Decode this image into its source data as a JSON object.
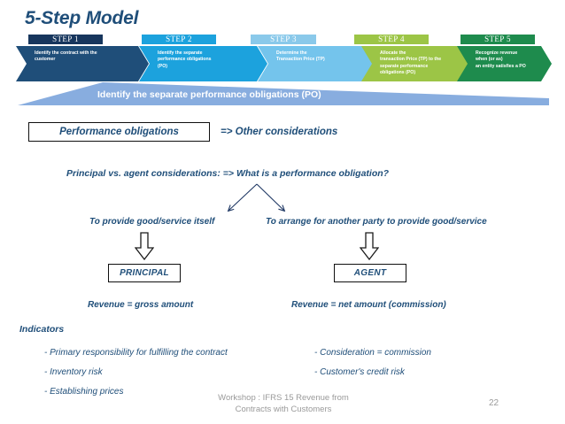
{
  "slide": {
    "title": "5-Step Model",
    "page_number": "22",
    "footer_line1": "Workshop : IFRS 15 Revenue from",
    "footer_line2": "Contracts with Customers"
  },
  "colors": {
    "title_blue": "#1F4E79",
    "body_blue": "#1F4E79",
    "step1": "#1F4E79",
    "step1_head": "#17365D",
    "step2": "#1CA2DD",
    "step3": "#74C4EC",
    "step3_head": "#8AC9EA",
    "step4": "#9CC546",
    "step5": "#1E8B4D",
    "wedge": "#7EA6DC",
    "footer_grey": "#9a9a9a"
  },
  "steps": [
    {
      "head": "STEP 1",
      "lines": [
        "Identify the contract  with the",
        "customer"
      ]
    },
    {
      "head": "STEP 2",
      "lines": [
        "Identify  the  separate",
        "performance  obligations",
        "(PO)"
      ]
    },
    {
      "head": "STEP 3",
      "lines": [
        "Determine the",
        "Transaction Price (TP)"
      ]
    },
    {
      "head": "STEP 4",
      "lines": [
        "Allocate the",
        "transaction Price (TP) to the",
        "separate performance",
        "obligations (PO)"
      ]
    },
    {
      "head": "STEP 5",
      "lines": [
        "Recognize revenue",
        "when (or as)",
        "an entity satisfies a PO"
      ]
    }
  ],
  "banner": {
    "label": "Identify the separate  performance obligations  (PO)"
  },
  "content": {
    "po_box_label": "Performance obligations",
    "other_considerations": "=> Other considerations",
    "question": "Principal vs. agent considerations: => What is a performance obligation?",
    "branch_left_caption": "To provide good/service itself",
    "branch_right_caption": "To arrange for another party to provide good/service",
    "role_left": "PRINCIPAL",
    "role_right": "AGENT",
    "revenue_left": "Revenue = gross amount",
    "revenue_right": "Revenue = net amount (commission)",
    "indicators_heading": "Indicators",
    "indicators_left": [
      "-  Primary responsibility for fulfilling the contract",
      "-  Inventory risk",
      "-  Establishing prices"
    ],
    "indicators_right": [
      "-  Consideration = commission",
      "-  Customer's credit risk"
    ]
  }
}
